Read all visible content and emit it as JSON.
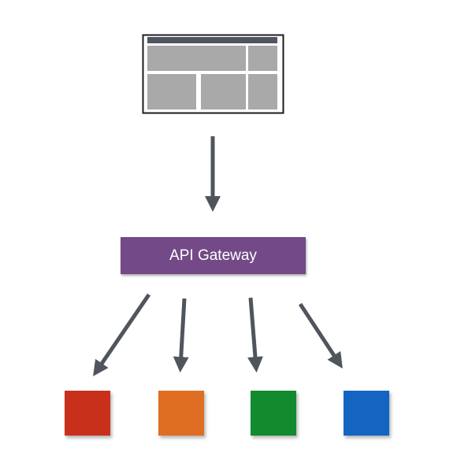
{
  "gateway": {
    "label": "API Gateway",
    "color": "#734a87"
  },
  "client": {
    "icon": "web-page-layout-icon",
    "frame_color": "#1c1c1c",
    "header_color": "#505560",
    "panel_color": "#a9a9a9"
  },
  "arrows": {
    "color": "#50555d"
  },
  "services": [
    {
      "name": "service-red",
      "color": "#c9301c"
    },
    {
      "name": "service-orange",
      "color": "#e06e22"
    },
    {
      "name": "service-green",
      "color": "#128a2e"
    },
    {
      "name": "service-blue",
      "color": "#1464c2"
    }
  ]
}
